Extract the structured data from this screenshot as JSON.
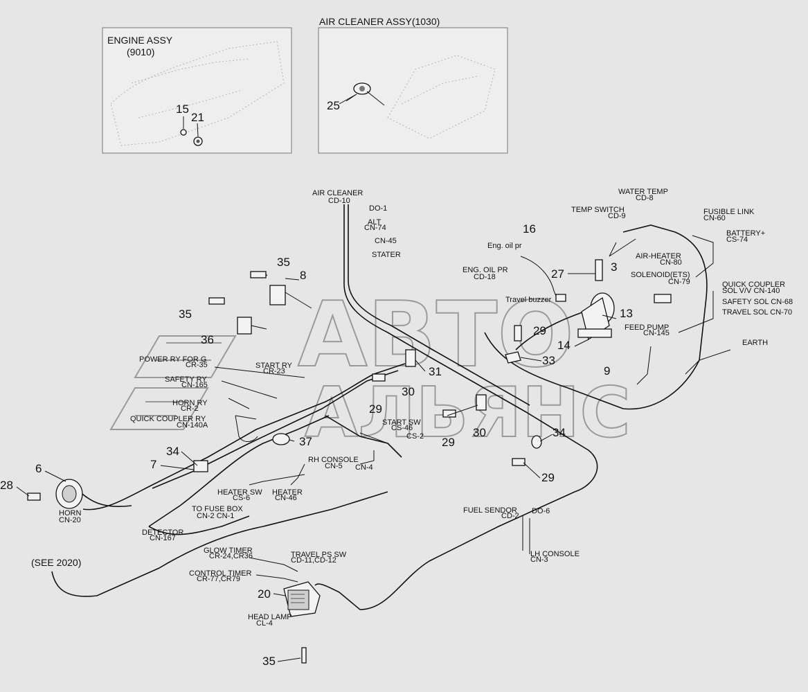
{
  "insets": {
    "engine": {
      "title": "ENGINE ASSY",
      "ref": "(9010)"
    },
    "air_cleaner": {
      "title": "AIR CLEANER ASSY(1030)"
    }
  },
  "watermark": {
    "line1": "АВТО",
    "line2": "АЛЬЯНС"
  },
  "connectors": [
    {
      "name": "AIR CLEANER",
      "code": "CD-10"
    },
    {
      "name": "DO-1"
    },
    {
      "name": "ALT",
      "code": "CN-74"
    },
    {
      "name": "CN-45"
    },
    {
      "name": "STATER"
    },
    {
      "name": "Eng. oil pr"
    },
    {
      "name": "ENG. OIL PR",
      "code": "CD-18"
    },
    {
      "name": "Travel buzzer"
    },
    {
      "name": "WATER TEMP",
      "code": "CD-8"
    },
    {
      "name": "TEMP SWITCH",
      "code": "CD-9"
    },
    {
      "name": "FUSIBLE LINK",
      "code": "CN-60"
    },
    {
      "name": "BATTERY+",
      "code": "CS-74"
    },
    {
      "name": "AIR-HEATER",
      "code": "CN-80"
    },
    {
      "name": "SOLENOID(ETS)",
      "code": "CN-79"
    },
    {
      "name": "QUICK COUPLER",
      "code": "SOL V/V CN-140"
    },
    {
      "name": "SAFETY SOL CN-68"
    },
    {
      "name": "TRAVEL SOL CN-70"
    },
    {
      "name": "FEED PUMP",
      "code": "CN-145"
    },
    {
      "name": "EARTH"
    },
    {
      "name": "POWER RY FOR G",
      "code": "CR-35"
    },
    {
      "name": "START RY",
      "code": "CR-23"
    },
    {
      "name": "SAFETY RY",
      "code": "CN-165"
    },
    {
      "name": "HORN RY",
      "code": "CR-2"
    },
    {
      "name": "QUICK COUPLER RY",
      "code": "CN-140A"
    },
    {
      "name": "START SW",
      "code": "CS-46"
    },
    {
      "name": "CS-2"
    },
    {
      "name": "RH CONSOLE",
      "code": "CN-5"
    },
    {
      "name": "CN-4"
    },
    {
      "name": "HEATER SW",
      "code": "CS-6"
    },
    {
      "name": "HEATER",
      "code": "CN-46"
    },
    {
      "name": "TO FUSE BOX",
      "code": "CN-2  CN-1"
    },
    {
      "name": "DETECTOR",
      "code": "CN-167"
    },
    {
      "name": "HORN",
      "code": "CN-20"
    },
    {
      "name": "(SEE 2020)"
    },
    {
      "name": "FUEL SENDOR",
      "code": "CD-2"
    },
    {
      "name": "DO-6"
    },
    {
      "name": "LH CONSOLE",
      "code": "CN-3"
    },
    {
      "name": "GLOW TIMER",
      "code": "CR-24,CR36"
    },
    {
      "name": "TRAVEL PS SW",
      "code": "CD-11,CD-12"
    },
    {
      "name": "CONTROL TIMER",
      "code": "CR-77,CR79"
    },
    {
      "name": "HEAD LAMP",
      "code": "CL-4"
    }
  ],
  "callouts": [
    "15",
    "21",
    "25",
    "16",
    "27",
    "3",
    "35",
    "8",
    "35",
    "36",
    "13",
    "29",
    "14",
    "33",
    "31",
    "30",
    "29",
    "9",
    "30",
    "29",
    "37",
    "34",
    "7",
    "34",
    "6",
    "28",
    "29",
    "20",
    "35"
  ]
}
